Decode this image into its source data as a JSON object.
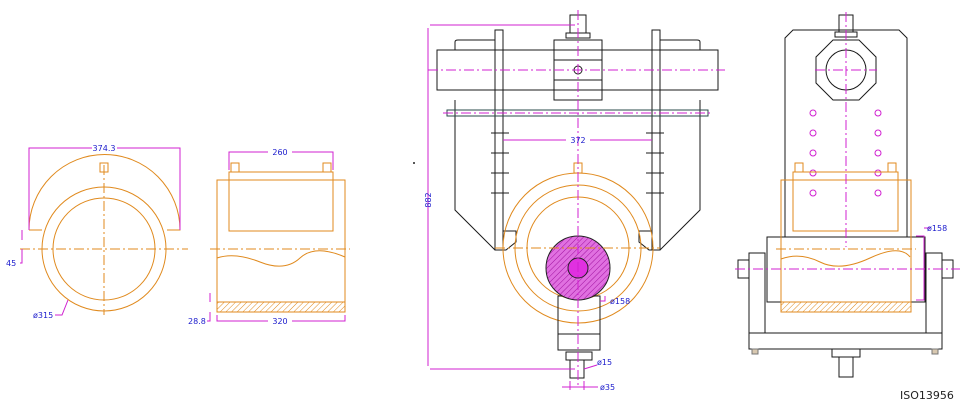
{
  "drawing_id": "ISO13956",
  "colors": {
    "part": "#e08a1e",
    "frame": "#1a1a1a",
    "dimension": "#d020d0",
    "text": "#1a1acc"
  },
  "views": {
    "front_part": {
      "width_dim": "374.3",
      "offset_dim": "45",
      "diameter_dim": "ø315"
    },
    "side_part": {
      "top_dim": "260",
      "bottom_dim": "320",
      "thickness_dim": "28.8"
    },
    "fixture_front": {
      "span_dim": "372",
      "height_dim": "882",
      "shaft_dim": "ø158",
      "pin_dim": "ø15",
      "pin_outer_dim": "ø35"
    },
    "fixture_side": {
      "shaft_dim": "ø158"
    }
  }
}
